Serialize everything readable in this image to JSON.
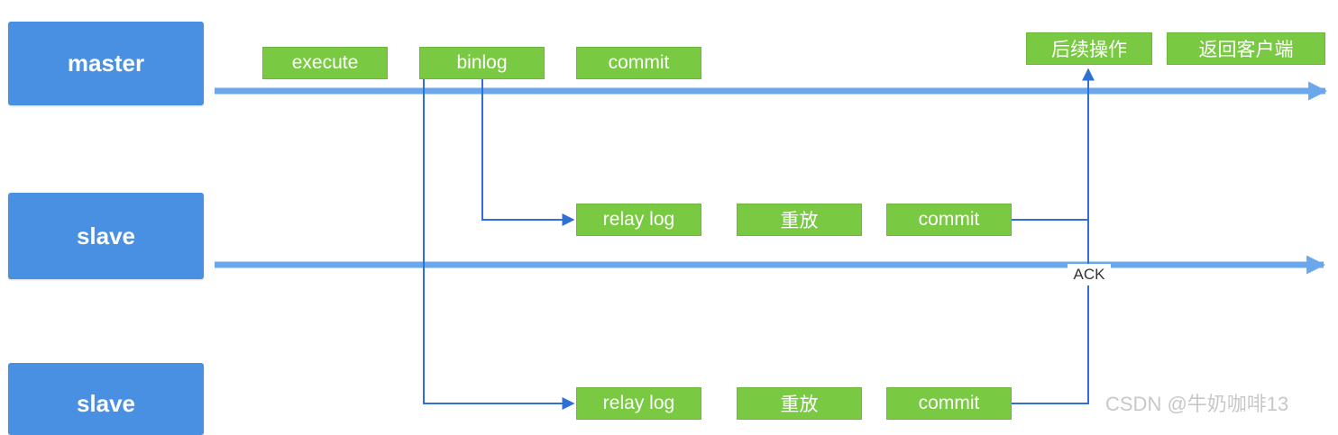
{
  "nodes": {
    "master": "master",
    "slave_1": "slave",
    "slave_2": "slave"
  },
  "master_steps": {
    "execute": "execute",
    "binlog": "binlog",
    "commit": "commit",
    "followup": "后续操作",
    "return_client": "返回客户端"
  },
  "slave_1_steps": {
    "relay_log": "relay log",
    "replay": "重放",
    "commit": "commit"
  },
  "slave_2_steps": {
    "relay_log": "relay log",
    "replay": "重放",
    "commit": "commit"
  },
  "ack_label": "ACK",
  "watermark": "CSDN @牛奶咖啡13",
  "colors": {
    "node": "#4a90e2",
    "step": "#7ac943",
    "timeline": "#5a9de8",
    "connector": "#2f6fd6"
  }
}
